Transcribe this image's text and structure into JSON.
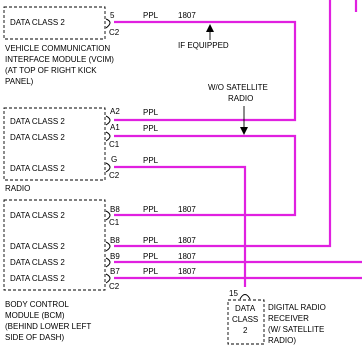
{
  "colors": {
    "wire": "#e020e0",
    "line": "#000000",
    "background": "#ffffff"
  },
  "vcim": {
    "box_label": "DATA CLASS 2",
    "pin": "5",
    "conn": "C2",
    "wire_color": "PPL",
    "circuit": "1807",
    "title": [
      "VEHICLE COMMUNICATION",
      "INTERFACE MODULE (VCIM)",
      "(AT TOP OF RIGHT KICK",
      "PANEL)"
    ],
    "note": "IF EQUIPPED"
  },
  "satellite_note": [
    "W/O SATELLITE",
    "RADIO"
  ],
  "radio": {
    "title": "RADIO",
    "rows": [
      {
        "label": "DATA CLASS 2",
        "pin": "A2",
        "wire_color": "PPL",
        "circuit": ""
      },
      {
        "label": "DATA CLASS 2",
        "pin": "A1",
        "wire_color": "PPL",
        "circuit": "",
        "conn": "C1"
      },
      {
        "label": "DATA CLASS 2",
        "pin": "G",
        "wire_color": "PPL",
        "circuit": "",
        "conn": "C2"
      }
    ]
  },
  "bcm": {
    "title": [
      "BODY CONTROL",
      "MODULE (BCM)",
      "(BEHIND LOWER LEFT",
      "SIDE OF DASH)"
    ],
    "rows": [
      {
        "label": "DATA CLASS 2",
        "pin": "B8",
        "wire_color": "PPL",
        "circuit": "1807",
        "conn": "C1"
      },
      {
        "label": "DATA CLASS 2",
        "pin": "B8",
        "wire_color": "PPL",
        "circuit": "1807"
      },
      {
        "label": "DATA CLASS 2",
        "pin": "B9",
        "wire_color": "PPL",
        "circuit": "1807"
      },
      {
        "label": "DATA CLASS 2",
        "pin": "B7",
        "wire_color": "PPL",
        "circuit": "1807",
        "conn": "C2"
      }
    ]
  },
  "receiver": {
    "pin": "15",
    "box_label": [
      "DATA",
      "CLASS",
      "2"
    ],
    "title": [
      "DIGITAL RADIO",
      "RECEIVER",
      "(W/ SATELLITE",
      "RADIO)"
    ]
  }
}
